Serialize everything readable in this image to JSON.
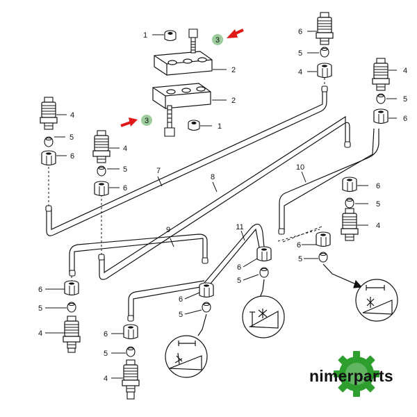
{
  "labels": {
    "one": "1",
    "two": "2",
    "three": "3",
    "four": "4",
    "five": "5",
    "six": "6",
    "seven": "7",
    "eight": "8",
    "nine": "9",
    "ten": "10",
    "eleven": "11"
  },
  "brand": {
    "name": "nimerparts"
  },
  "colors": {
    "highlight": "#9ccc9c",
    "arrow": "#e01818",
    "logo_green": "#2e9e2e"
  }
}
